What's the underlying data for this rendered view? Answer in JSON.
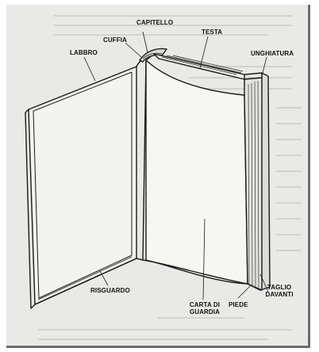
{
  "labels": {
    "capitello": "CAPITELLO",
    "cuffia": "CUFFIA",
    "testa": "TESTA",
    "labbro": "LABBRO",
    "unghiatura": "UNGHIATURA",
    "risguardo": "RISGUARDO",
    "carta_line1": "CARTA DI",
    "carta_line2": "GUARDIA",
    "piede": "PIEDE",
    "taglio_line1": "TAGLIO",
    "taglio_line2": "DAVANTI"
  },
  "colors": {
    "paper": "#e9e9e7",
    "ink": "#1a1a1a",
    "shadow": "#6e6e6e"
  }
}
